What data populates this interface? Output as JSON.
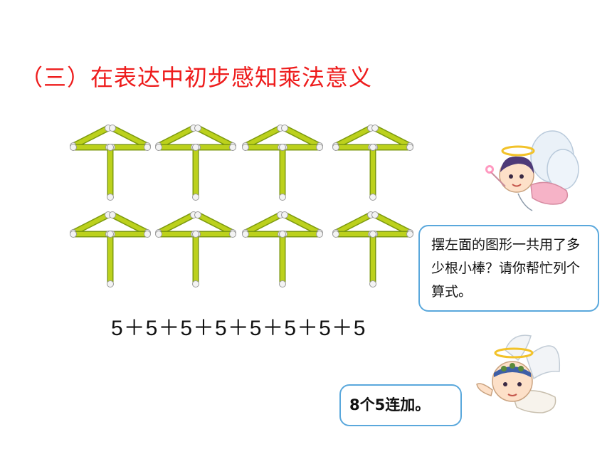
{
  "title": "（三）在表达中初步感知乘法意义",
  "equation": "5＋5＋5＋5＋5＋5＋5＋5",
  "speech_question": "摆左面的图形一共用了多少根小棒？请你帮忙列个算式。",
  "speech_answer": "8个5连加。",
  "figure": {
    "count": 8,
    "sticks_each": 5,
    "colors": {
      "stick": "#bcd11c",
      "stick_dark": "#7c9a10",
      "cap": "#f3f3f3"
    }
  },
  "colors": {
    "title": "#ee1c1c",
    "bubble_border": "#5aa8dc"
  },
  "icons": [
    "fairy-icon",
    "angel-icon"
  ]
}
